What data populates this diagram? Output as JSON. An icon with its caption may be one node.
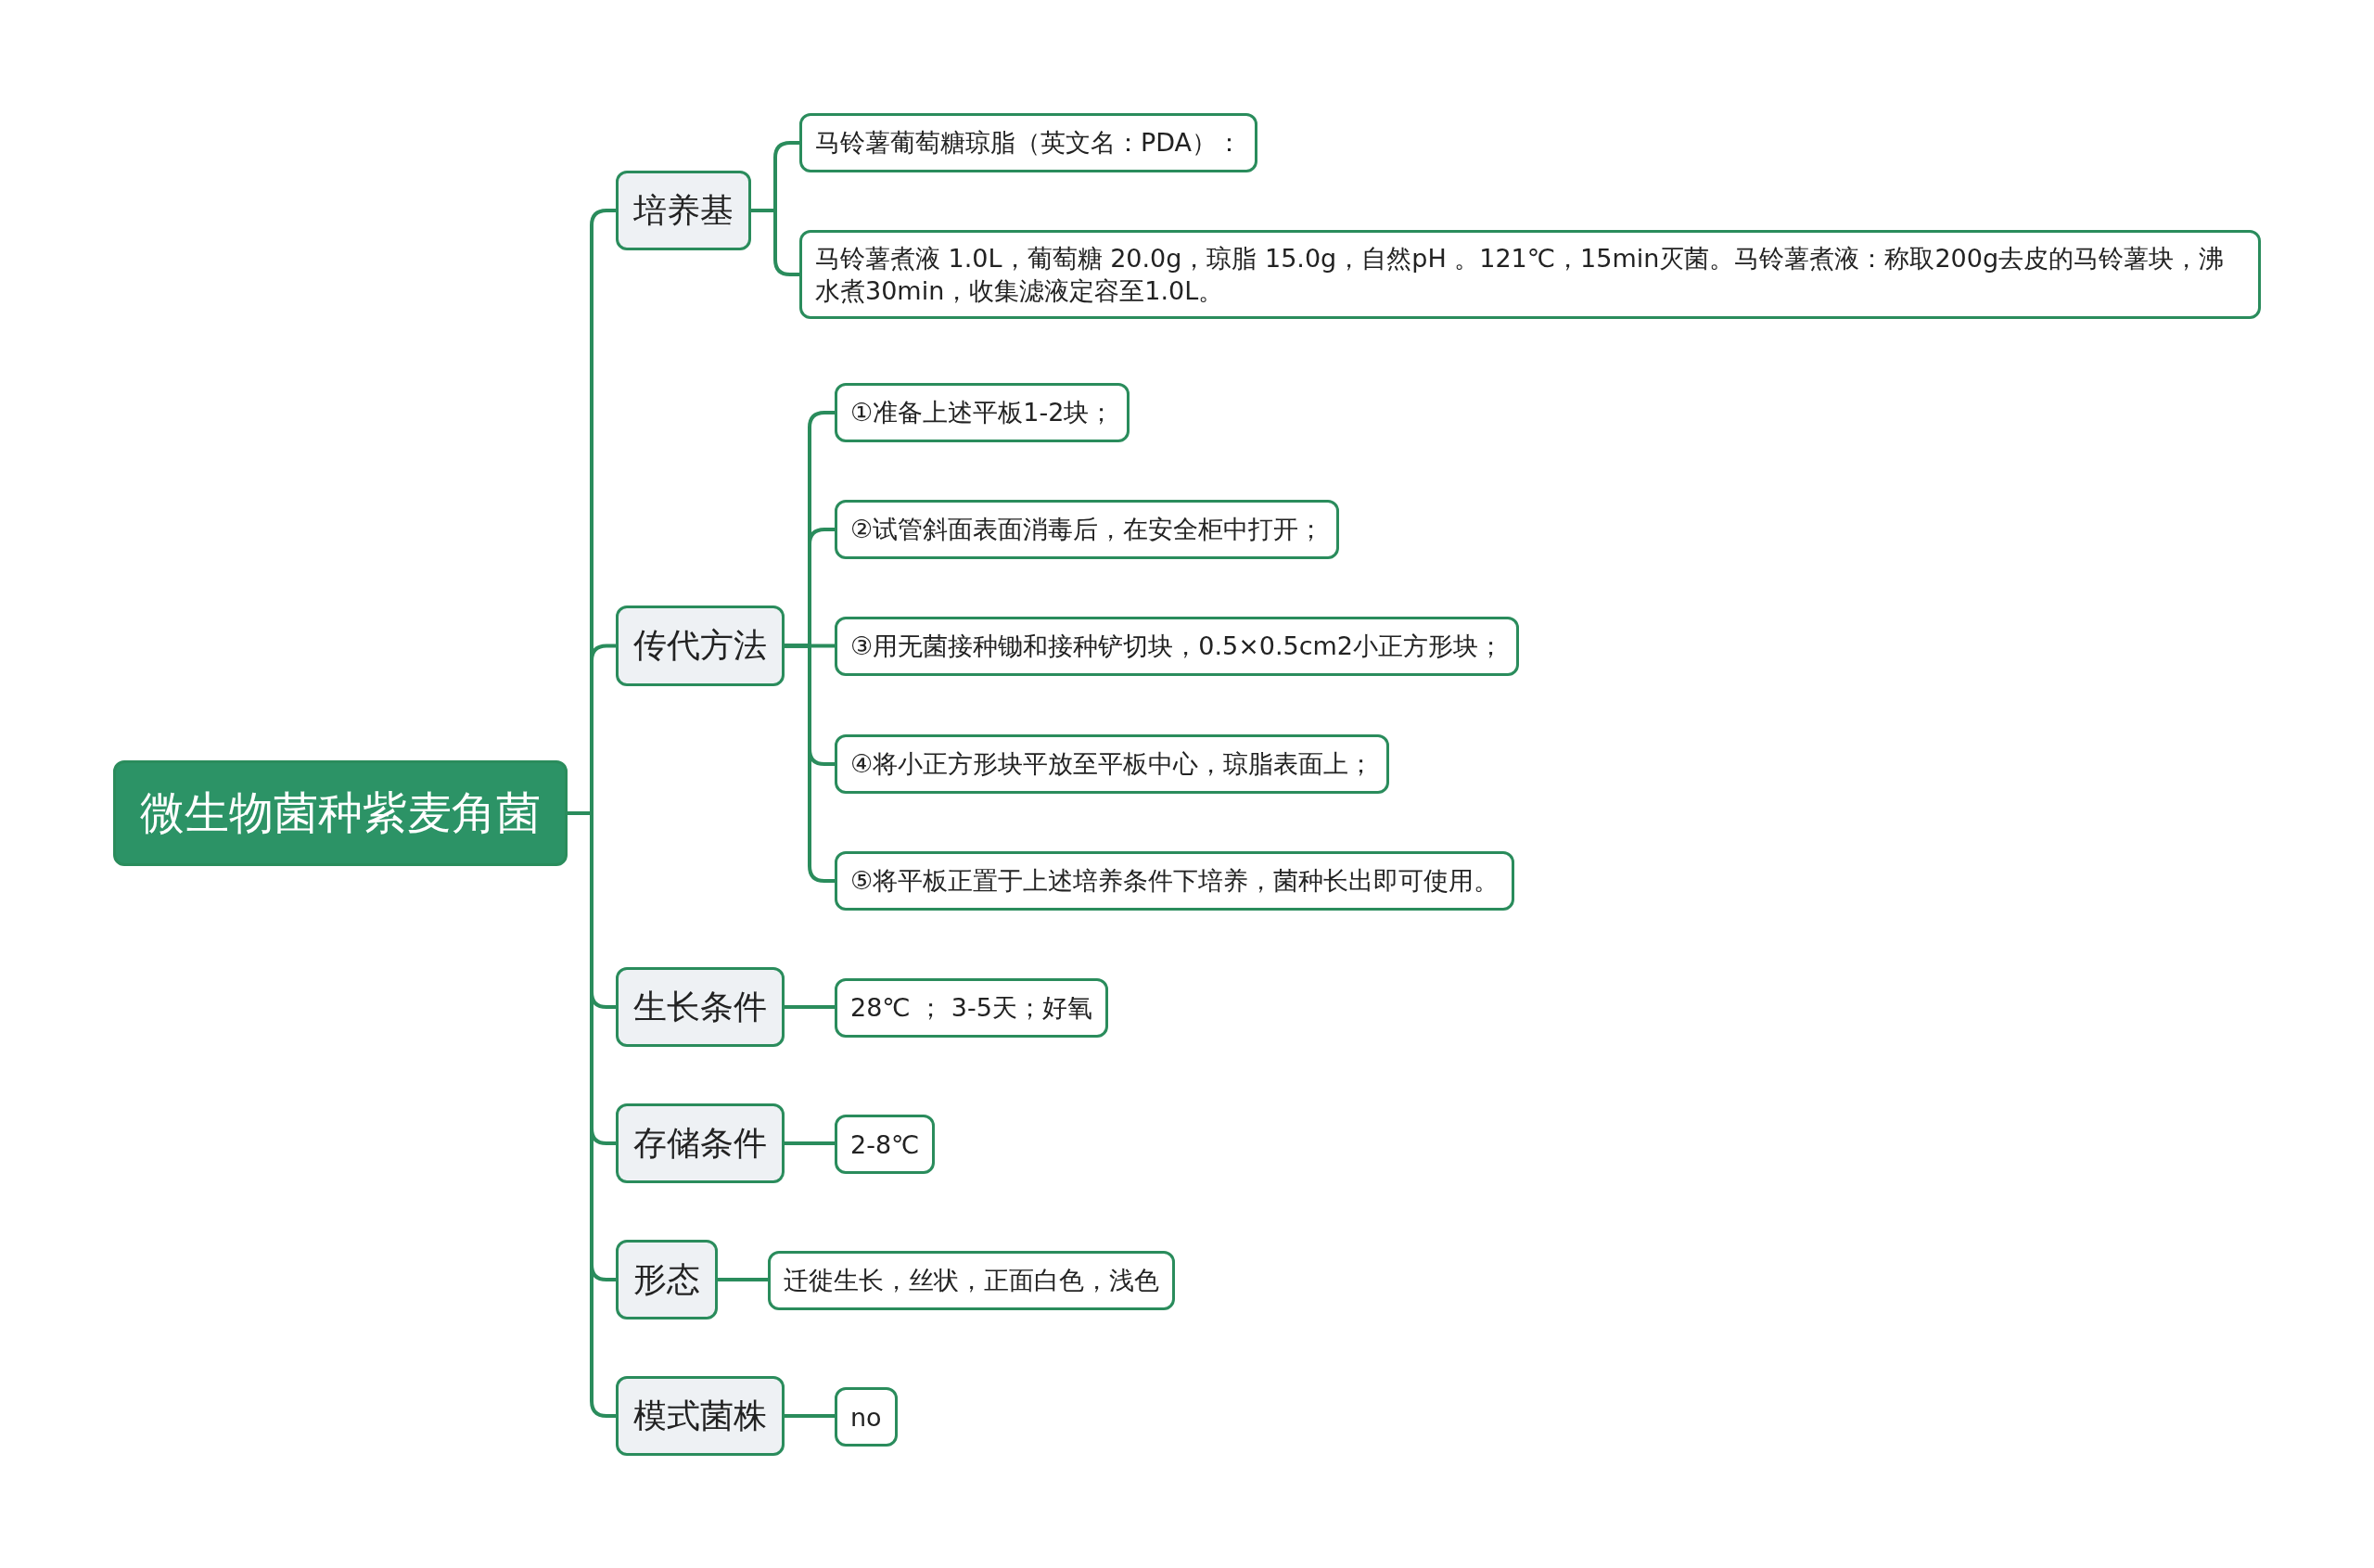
{
  "diagram": {
    "nodes": [
      {
        "text": [
          "微生物菌种紫麦角菌"
        ]
      },
      {
        "text": [
          "培养基"
        ]
      },
      {
        "text": [
          "马铃薯葡萄糖琼脂（英文名：PDA）："
        ]
      },
      {
        "text": [
          "马铃薯煮液 1.0L，葡萄糖 20.0g，琼脂 15.0g，自然pH 。121℃，15min灭菌。马铃薯煮液：称取200g去皮的马铃薯块，沸水煮30min，收集滤液定容至1.0L。"
        ]
      },
      {
        "text": [
          "传代方法"
        ]
      },
      {
        "text": [
          "①准备上述平板1-2块；"
        ]
      },
      {
        "text": [
          "②试管斜面表面消毒后，在安全柜中打开；"
        ]
      },
      {
        "text": [
          "③用无菌接种锄和接种铲切块，0.5×0.5cm2小正方形块；"
        ]
      },
      {
        "text": [
          "④将小正方形块平放至平板中心，琼脂表面上；"
        ]
      },
      {
        "text": [
          "⑤将平板正置于上述培养条件下培养，菌种长出即可使用。"
        ]
      },
      {
        "text": [
          "生长条件"
        ]
      },
      {
        "text": [
          "28℃ ； 3-5天；好氧"
        ]
      },
      {
        "text": [
          "存储条件"
        ]
      },
      {
        "text": [
          "2-8℃"
        ]
      },
      {
        "text": [
          "形态"
        ]
      },
      {
        "text": [
          "迁徙生长，丝状，正面白色，浅色"
        ]
      },
      {
        "text": [
          "模式菌株"
        ]
      },
      {
        "text": [
          "no"
        ]
      }
    ],
    "edges": [
      {
        "from": 0,
        "to": 1,
        "arrow": "none"
      },
      {
        "from": 1,
        "to": 2,
        "arrow": "none"
      },
      {
        "from": 1,
        "to": 3,
        "arrow": "none"
      },
      {
        "from": 0,
        "to": 4,
        "arrow": "none"
      },
      {
        "from": 4,
        "to": 5,
        "arrow": "none"
      },
      {
        "from": 4,
        "to": 6,
        "arrow": "none"
      },
      {
        "from": 4,
        "to": 7,
        "arrow": "none"
      },
      {
        "from": 4,
        "to": 8,
        "arrow": "none"
      },
      {
        "from": 4,
        "to": 9,
        "arrow": "none"
      },
      {
        "from": 0,
        "to": 10,
        "arrow": "none"
      },
      {
        "from": 10,
        "to": 11,
        "arrow": "none"
      },
      {
        "from": 0,
        "to": 12,
        "arrow": "none"
      },
      {
        "from": 12,
        "to": 13,
        "arrow": "none"
      },
      {
        "from": 0,
        "to": 14,
        "arrow": "none"
      },
      {
        "from": 14,
        "to": 15,
        "arrow": "none"
      },
      {
        "from": 0,
        "to": 16,
        "arrow": "none"
      },
      {
        "from": 16,
        "to": 17,
        "arrow": "none"
      }
    ]
  }
}
